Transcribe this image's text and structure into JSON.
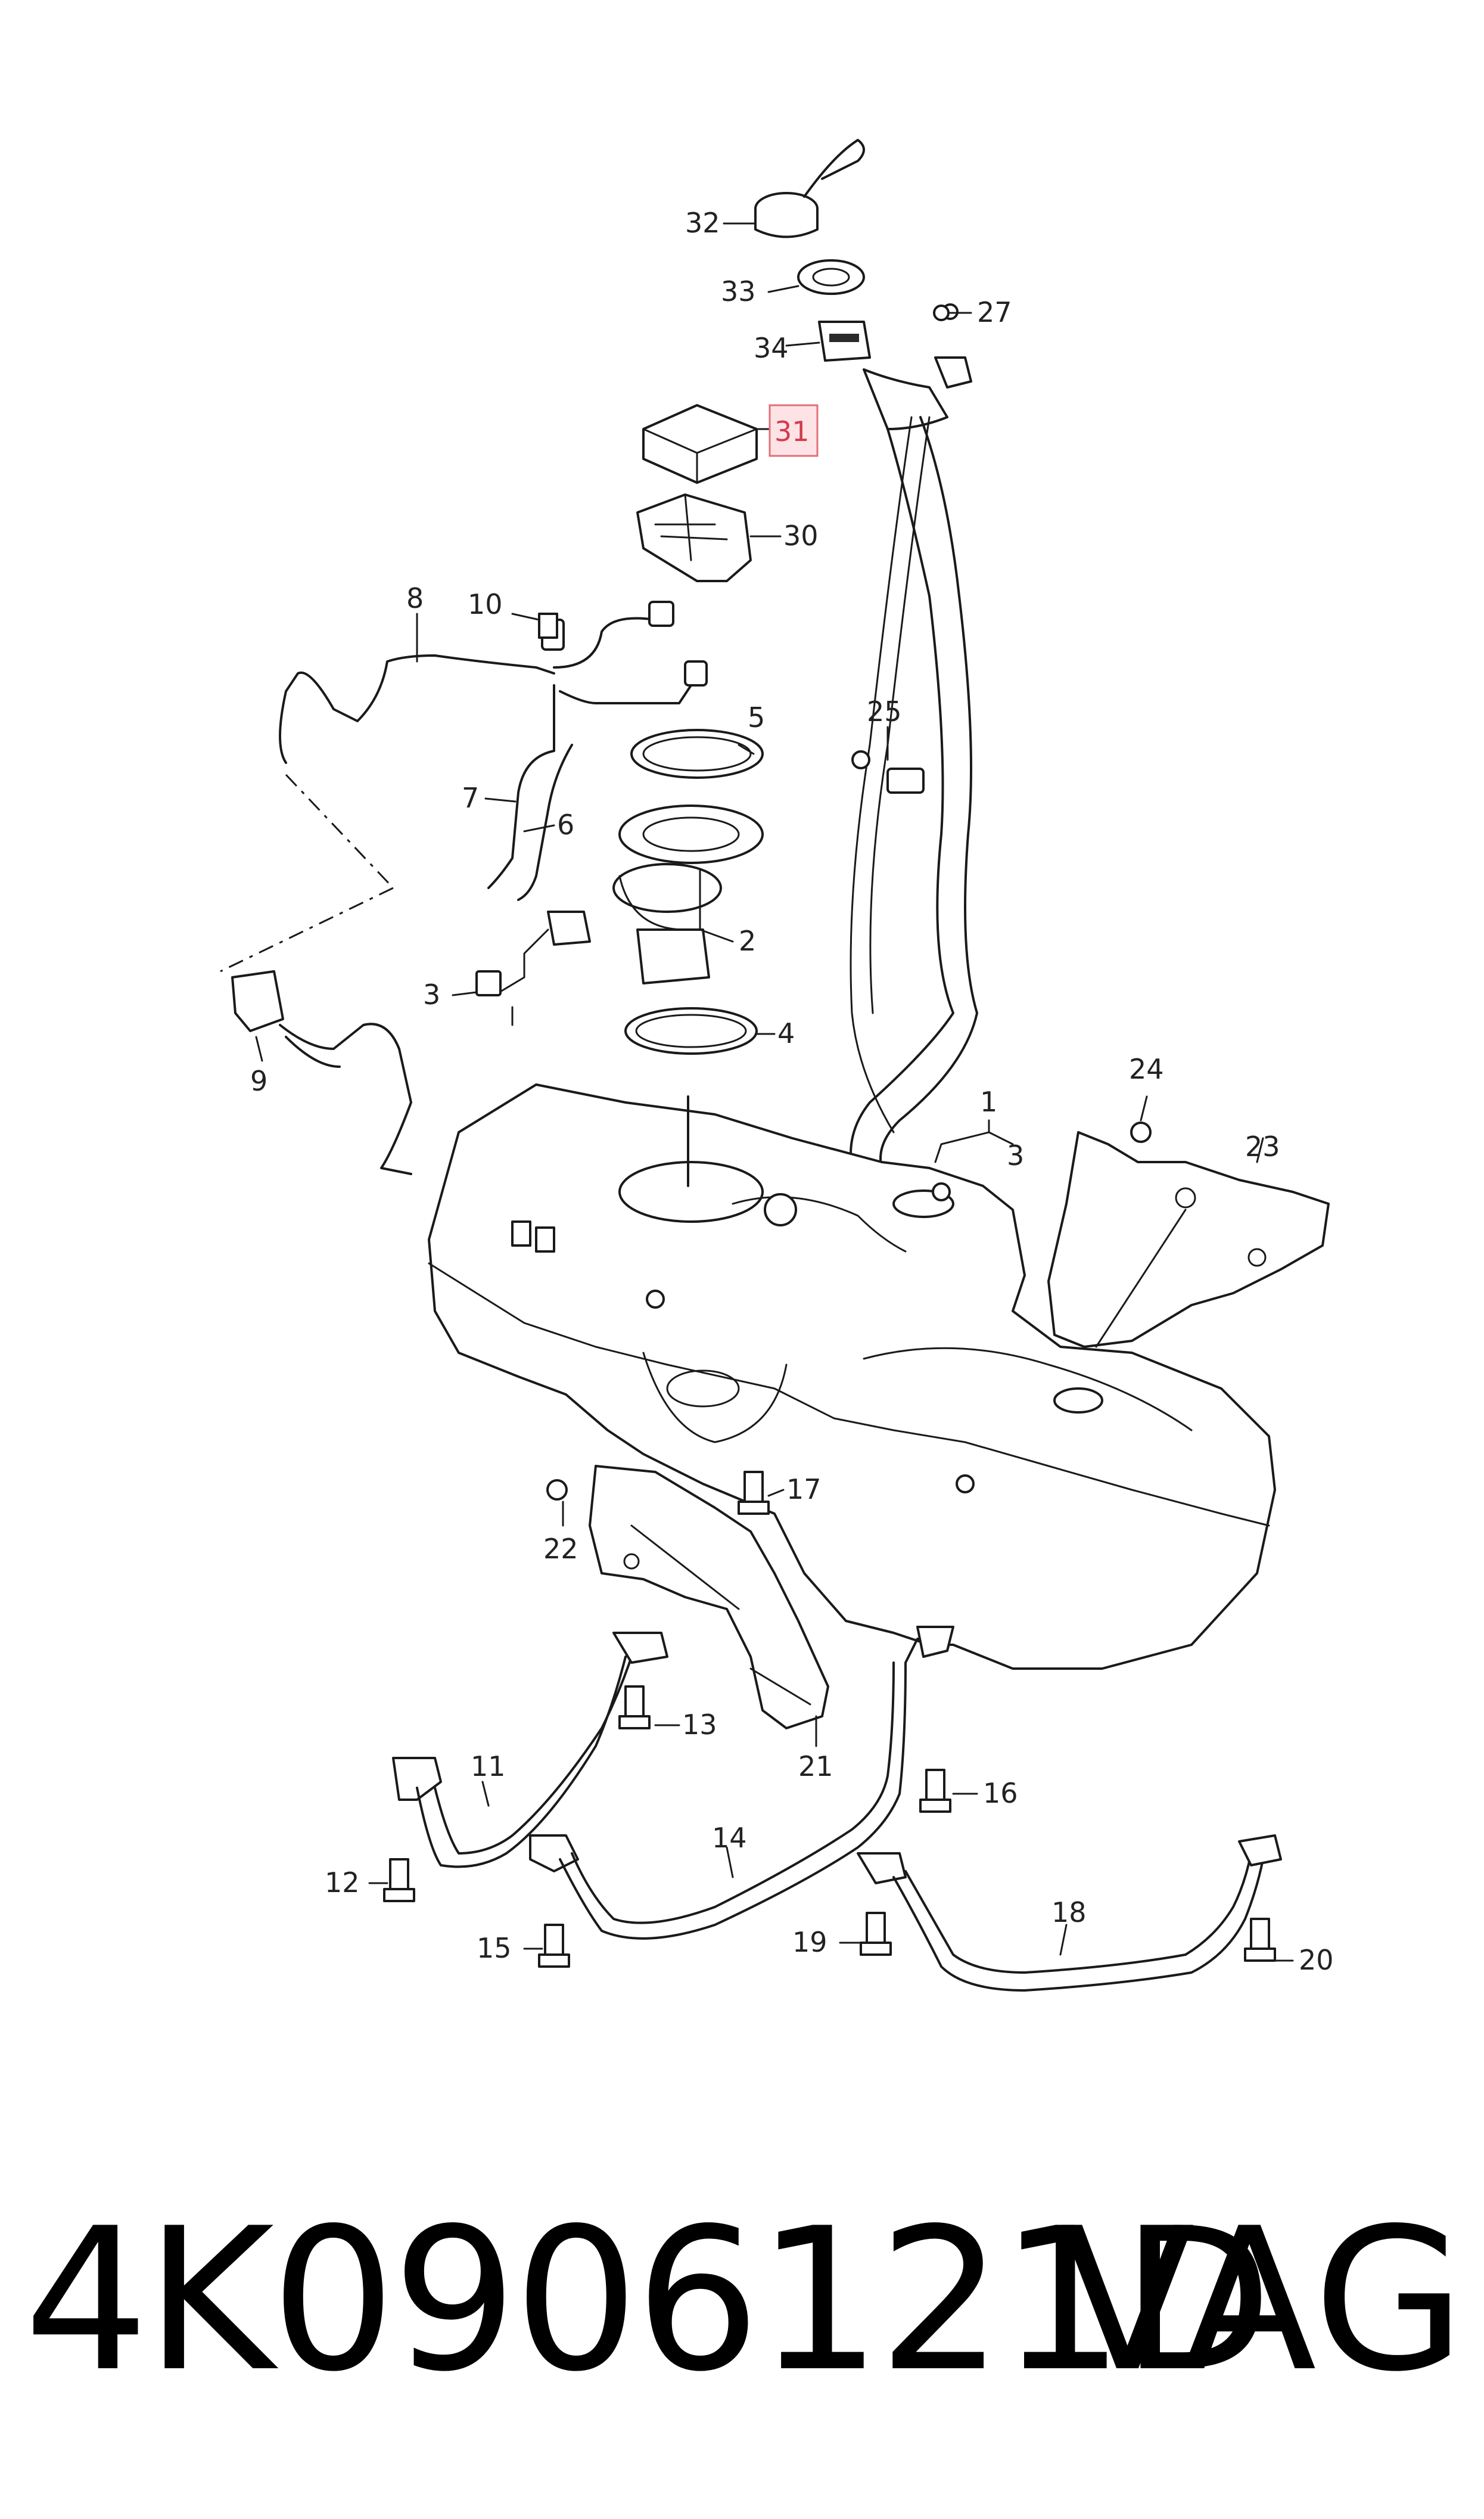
{
  "callouts": {
    "c1": "1",
    "c2": "2",
    "c3": "3",
    "c3b": "3",
    "c4": "4",
    "c5": "5",
    "c6": "6",
    "c7": "7",
    "c8": "8",
    "c9": "9",
    "c10": "10",
    "c11": "11",
    "c12": "12",
    "c13": "13",
    "c14": "14",
    "c15": "15",
    "c16": "16",
    "c17": "17",
    "c18": "18",
    "c19": "19",
    "c20": "20",
    "c21": "21",
    "c22": "22",
    "c23": "23",
    "c24": "24",
    "c25": "25",
    "c27": "27",
    "c30": "30",
    "c31": "31",
    "c32": "32",
    "c33": "33",
    "c34": "34"
  },
  "highlighted_callout": "31",
  "highlight_color": "#e0707a",
  "caption": {
    "part_number": "4K0906121D",
    "brand": "VAG"
  }
}
